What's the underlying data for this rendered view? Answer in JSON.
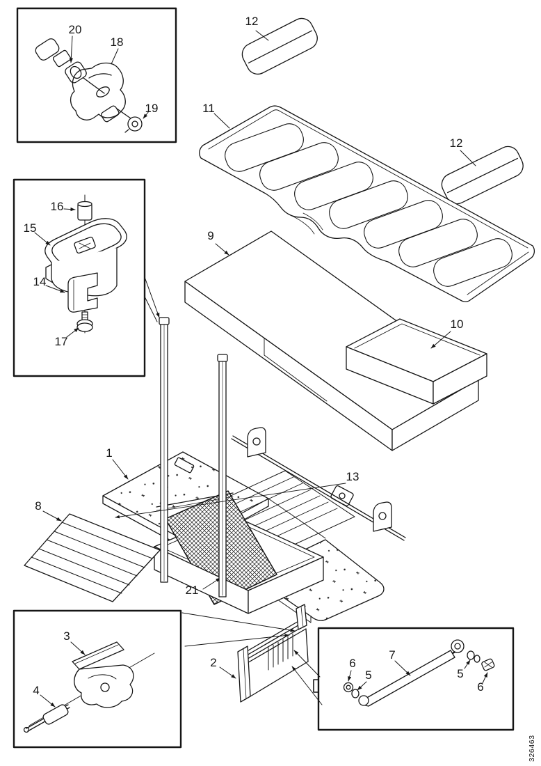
{
  "figure": {
    "ref_number": "326463",
    "background_color": "#ffffff",
    "line_color": "#151515"
  },
  "callouts": [
    {
      "label": "20"
    },
    {
      "label": "18"
    },
    {
      "label": "19"
    },
    {
      "label": "12"
    },
    {
      "label": "11"
    },
    {
      "label": "12"
    },
    {
      "label": "16"
    },
    {
      "label": "15"
    },
    {
      "label": "9"
    },
    {
      "label": "14"
    },
    {
      "label": "10"
    },
    {
      "label": "17"
    },
    {
      "label": "1"
    },
    {
      "label": "13"
    },
    {
      "label": "8"
    },
    {
      "label": "21"
    },
    {
      "label": "3"
    },
    {
      "label": "2"
    },
    {
      "label": "4"
    },
    {
      "label": "6"
    },
    {
      "label": "5"
    },
    {
      "label": "7"
    },
    {
      "label": "5"
    },
    {
      "label": "6"
    }
  ]
}
